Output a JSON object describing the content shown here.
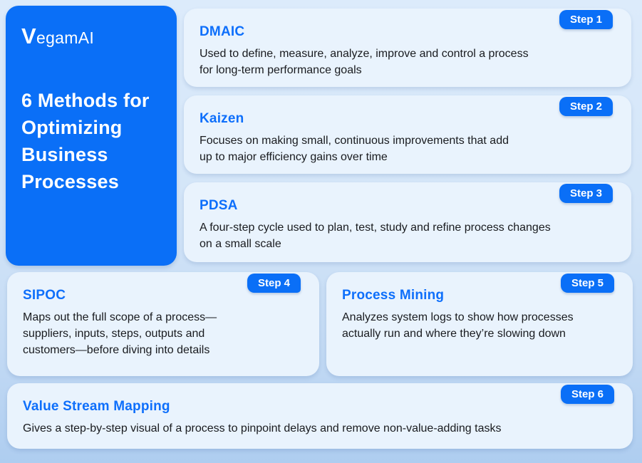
{
  "brand": {
    "logo_text": "VegamAI"
  },
  "sidebar": {
    "title": "6 Methods for Optimizing Business Processes"
  },
  "colors": {
    "primary_blue": "#0a6ff7",
    "heading_blue": "#0e6ffb",
    "card_background": "#e9f3fd",
    "body_text": "#191b1f",
    "page_background_top": "#dcebfb",
    "page_background_bottom": "#aecdf0"
  },
  "methods": [
    {
      "step": "Step 1",
      "title": "DMAIC",
      "description": "Used to define, measure, analyze, improve and control a process for long-term performance goals"
    },
    {
      "step": "Step 2",
      "title": "Kaizen",
      "description": "Focuses on making small, continuous improvements that add up to major efficiency gains over time"
    },
    {
      "step": "Step 3",
      "title": "PDSA",
      "description": "A four-step cycle used to plan, test, study and refine process changes on a small scale"
    },
    {
      "step": "Step 4",
      "title": "SIPOC",
      "description": "Maps out the full scope of a process—suppliers, inputs, steps, outputs and customers—before diving into details"
    },
    {
      "step": "Step 5",
      "title": "Process Mining",
      "description": "Analyzes system logs to show how processes actually run and where they’re slowing down"
    },
    {
      "step": "Step 6",
      "title": "Value Stream Mapping",
      "description": "Gives a step-by-step visual of a process to pinpoint delays and remove non-value-adding tasks"
    }
  ]
}
